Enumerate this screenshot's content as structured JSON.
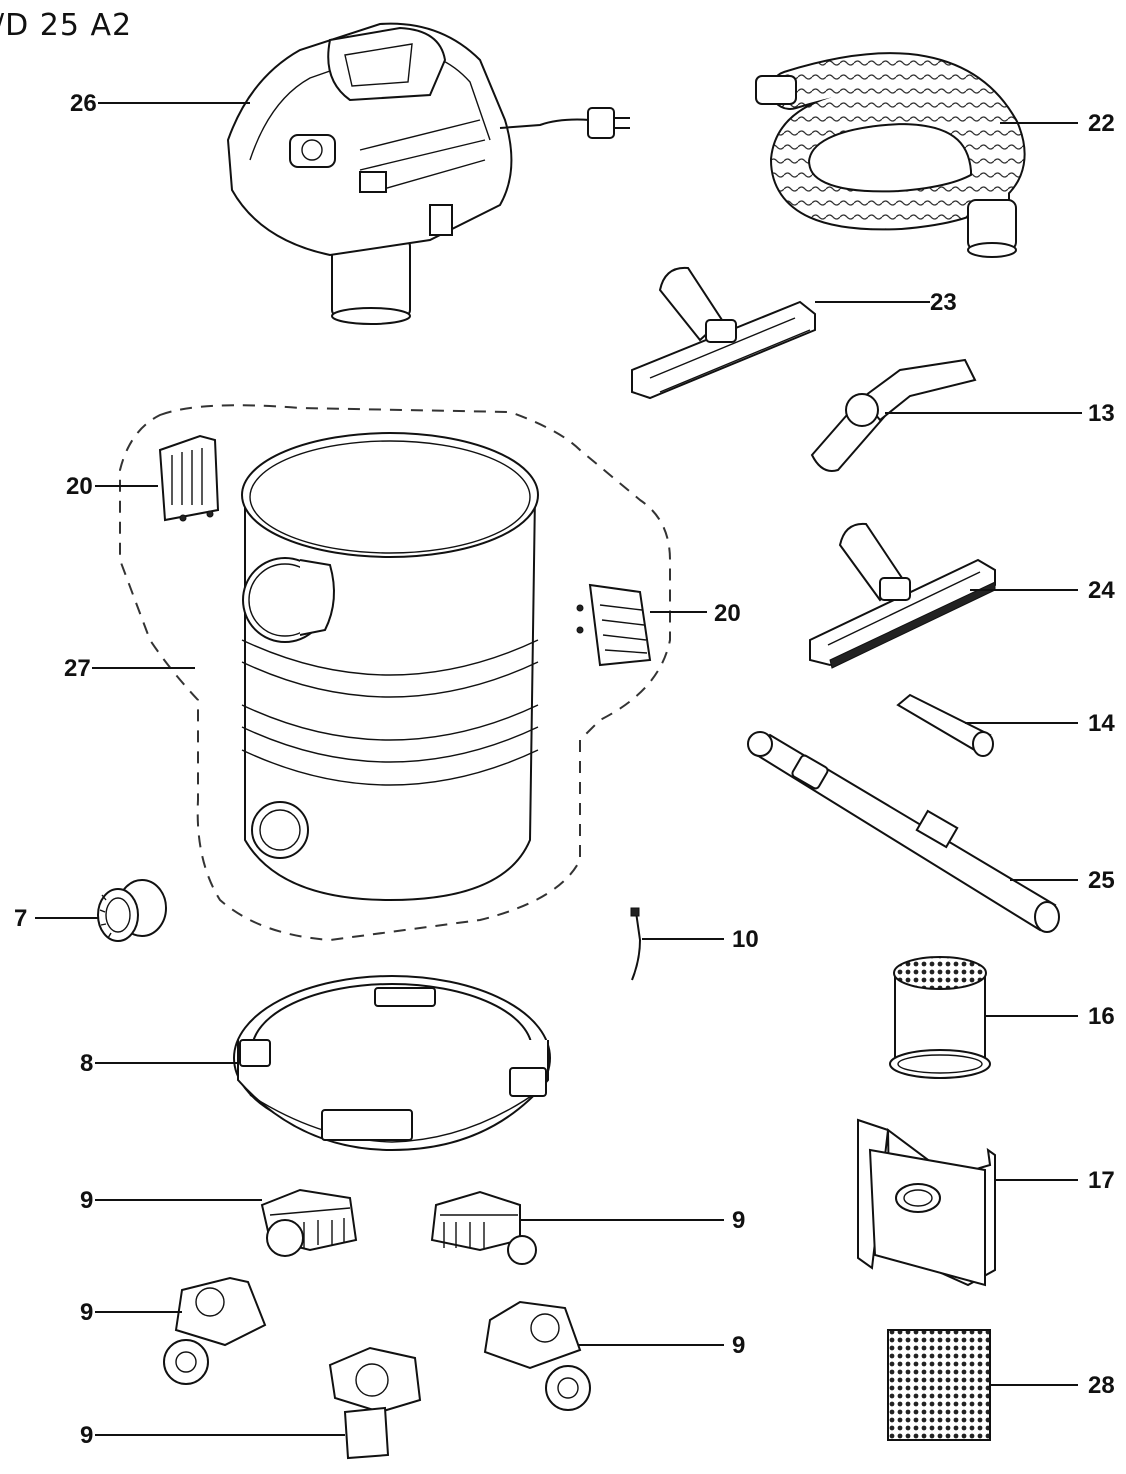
{
  "title": "/D 25 A2",
  "labels": {
    "p26": "26",
    "p22": "22",
    "p23": "23",
    "p13": "13",
    "p20a": "20",
    "p20b": "20",
    "p27": "27",
    "p24": "24",
    "p14": "14",
    "p25": "25",
    "p7": "7",
    "p10": "10",
    "p16": "16",
    "p8": "8",
    "p17": "17",
    "p9a": "9",
    "p9b": "9",
    "p9c": "9",
    "p9d": "9",
    "p9e": "9",
    "p28": "28"
  }
}
